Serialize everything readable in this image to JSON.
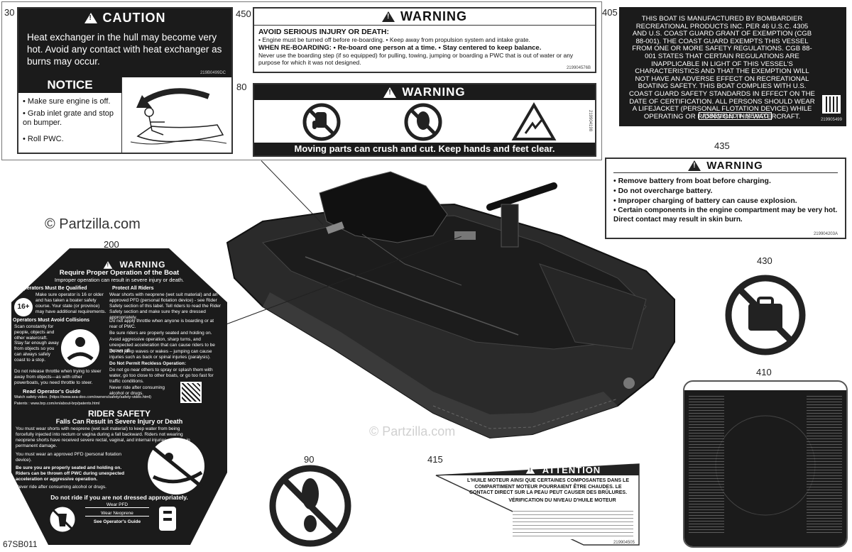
{
  "diagram": {
    "ref_code": "67SB011",
    "watermark": "© Partzilla.com"
  },
  "callouts": {
    "c30": "30",
    "c450": "450",
    "c405": "405",
    "c80": "80",
    "c435": "435",
    "c200": "200",
    "c430": "430",
    "c410": "410",
    "c90": "90",
    "c415": "415"
  },
  "decal_30": {
    "caution_title": "CAUTION",
    "caution_text": "Heat exchanger in the hull may become very hot. Avoid any contact with heat exchanger as burns may occur.",
    "caution_code": "219B0499DC",
    "notice_title": "NOTICE",
    "notice_items": [
      "• Make sure engine is off.",
      "• Grab inlet grate and stop on bumper.",
      "• Roll PWC."
    ]
  },
  "decal_450": {
    "title": "WARNING",
    "line1": "AVOID SERIOUS INJURY OR DEATH:",
    "line2": "• Engine must be turned off before re-boarding. • Keep away from propulsion system and intake grate.",
    "line3": "WHEN RE-BOARDING: • Re-board one person at a time. • Stay centered to keep balance.",
    "line4": "Never use the boarding step (if so equipped) for pulling, towing, jumping or boarding a PWC that is out of water or any purpose for which it was not designed.",
    "code": "219904576B"
  },
  "decal_80": {
    "title": "WARNING",
    "footer": "Moving parts can crush and cut. Keep hands and feet clear.",
    "side_code": "219904198"
  },
  "decal_405": {
    "text": "THIS BOAT IS MANUFACTURED BY BOMBARDIER RECREATIONAL PRODUCTS INC. PER 46 U.S.C. 4305 AND U.S. COAST GUARD GRANT OF EXEMPTION (CGB 88-001). THE COAST GUARD EXEMPTS THIS VESSEL FROM ONE OR MORE SAFETY REGULATIONS. CGB 88-001 STATES THAT CERTAIN REGULATIONS ARE INAPPLICABLE IN LIGHT OF THIS VESSEL'S CHARACTERISTICS AND THAT THE EXEMPTION WILL NOT HAVE AN ADVERSE EFFECT ON RECREATIONAL BOATING SAFETY. THIS BOAT COMPLIES WITH U.S. COAST GUARD SAFETY STANDARDS IN EFFECT ON THE DATE OF CERTIFICATION. ALL PERSONS SHOULD WEAR A LIFEJACKET (PERSONAL FLOTATION DEVICE) WHILE OPERATING OR RIDING ON THIS WATERCRAFT.",
    "assembled": "ASSEMBLED IN MEXICO",
    "code": "219905499"
  },
  "decal_435": {
    "title": "WARNING",
    "items": [
      "• Remove battery from boat before charging.",
      "• Do not overcharge battery.",
      "• Improper charging of battery can cause explosion.",
      "• Certain components in the engine compartment may be very hot. Direct contact may result in skin burn."
    ],
    "code": "219904203A"
  },
  "decal_200": {
    "title": "WARNING",
    "subtitle": "Require Proper Operation of the Boat",
    "subtitle2": "Improper operation can result in severe injury or death.",
    "left_heading": "Operators Must Be Qualified",
    "left_text": "Make sure operator is 16 or older and has taken a boater safety course. Your state (or province) may have additional requirements.",
    "age_badge": "16+",
    "collisions_heading": "Operators Must Avoid Collisions",
    "collisions_items": [
      "Scan constantly for people, objects and other watercraft.",
      "Stay far enough away from objects so you can always safely coast to a stop.",
      "Do not release throttle when trying to steer away from objects—as with other powerboats, you need throttle to steer."
    ],
    "guide": "Read Operator's Guide",
    "guide_sub": "Watch safety video. (https://www.sea-doo.com/owners/safety/safety-video.html)",
    "patents": "Patents : www.brp.com/en/about-brp/patents.html",
    "right_heading": "Protect All Riders",
    "right_items": [
      "Wear shorts with neoprene (wet suit material) and an approved PFD (personal flotation device) - see Rider Safety section of this label. Tell riders to read the Rider Safety section and make sure they are dressed appropriately.",
      "Do not apply throttle when anyone is boarding or at rear of PWC.",
      "Be sure riders are properly seated and holding on.",
      "Avoid aggressive operation, sharp turns, and unexpected acceleration that can cause riders to be thrown off.",
      "Do not jump waves or wakes – jumping can cause injuries such as back or spinal injuries (paralysis).",
      "Do Not Permit Reckless Operation:",
      "Do not go near others to spray or splash them with water, go too close to other boats, or go too fast for traffic conditions.",
      "Never ride after consuming alcohol or drugs."
    ],
    "rider_title": "RIDER SAFETY",
    "rider_subtitle": "Falls Can Result in Severe Injury or Death",
    "rider_items": [
      "You must wear shorts with neoprene (wet suit material) to keep water from being forcefully injected into rectum or vagina during a fall backward. Riders not wearing neoprene shorts have received severe rectal, vaginal, and internal injuries resulting in permanent damage.",
      "You must wear an approved PFD (personal flotation device).",
      "Be sure you are properly seated and holding on. Riders can be thrown off PWC during unexpected acceleration or aggressive operation.",
      "Never ride after consuming alcohol or drugs."
    ],
    "rider_footer": "Do not ride if you are not dressed appropriately.",
    "wear_pfd": "Wear PFD",
    "wear_neoprene": "Wear Neoprene",
    "see_guide": "See Operator's Guide"
  },
  "decal_415": {
    "title": "ATTENTION",
    "line1": "L'HUILE MOTEUR AINSI QUE CERTAINES COMPOSANTES DANS LE COMPARTIMENT MOTEUR POURRAIENT ÊTRE CHAUDES. LE CONTACT DIRECT SUR LA PEAU PEUT CAUSER DES BRÛLURES.",
    "line2": "VÉRIFICATION DU NIVEAU D'HUILE MOTEUR",
    "code": "219904505"
  },
  "decal_410": {
    "title_en": "WARNING",
    "title_fr": "AVERTISSEMENT"
  }
}
